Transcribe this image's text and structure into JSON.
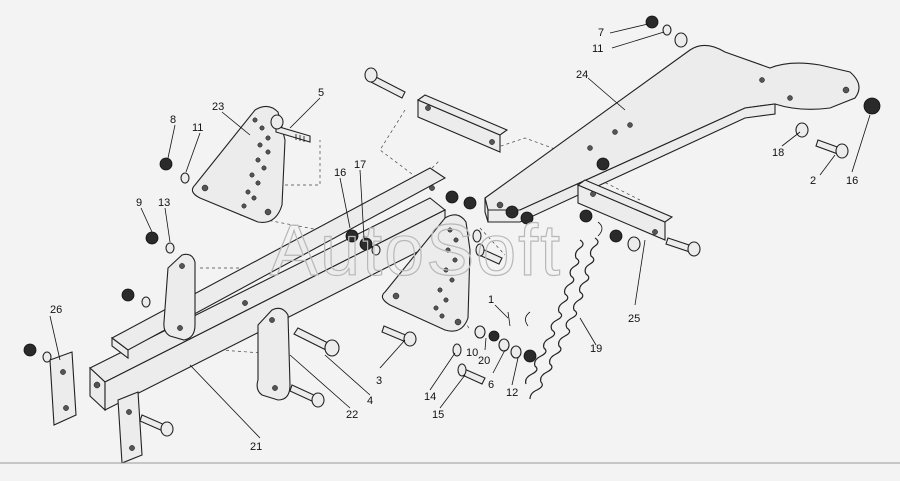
{
  "watermark": "AutoSoft",
  "callouts": [
    {
      "id": "c1",
      "label": "1"
    },
    {
      "id": "c2",
      "label": "2"
    },
    {
      "id": "c3",
      "label": "3"
    },
    {
      "id": "c4",
      "label": "4"
    },
    {
      "id": "c5",
      "label": "5"
    },
    {
      "id": "c6",
      "label": "6"
    },
    {
      "id": "c7",
      "label": "7"
    },
    {
      "id": "c8",
      "label": "8"
    },
    {
      "id": "c9",
      "label": "9"
    },
    {
      "id": "c10",
      "label": "10"
    },
    {
      "id": "c11a",
      "label": "11"
    },
    {
      "id": "c11b",
      "label": "11"
    },
    {
      "id": "c12",
      "label": "12"
    },
    {
      "id": "c13",
      "label": "13"
    },
    {
      "id": "c14",
      "label": "14"
    },
    {
      "id": "c15",
      "label": "15"
    },
    {
      "id": "c16a",
      "label": "16"
    },
    {
      "id": "c16b",
      "label": "16"
    },
    {
      "id": "c17",
      "label": "17"
    },
    {
      "id": "c18",
      "label": "18"
    },
    {
      "id": "c19",
      "label": "19"
    },
    {
      "id": "c20",
      "label": "20"
    },
    {
      "id": "c21",
      "label": "21"
    },
    {
      "id": "c22",
      "label": "22"
    },
    {
      "id": "c23",
      "label": "23"
    },
    {
      "id": "c24",
      "label": "24"
    },
    {
      "id": "c25",
      "label": "25"
    },
    {
      "id": "c26",
      "label": "26"
    }
  ]
}
